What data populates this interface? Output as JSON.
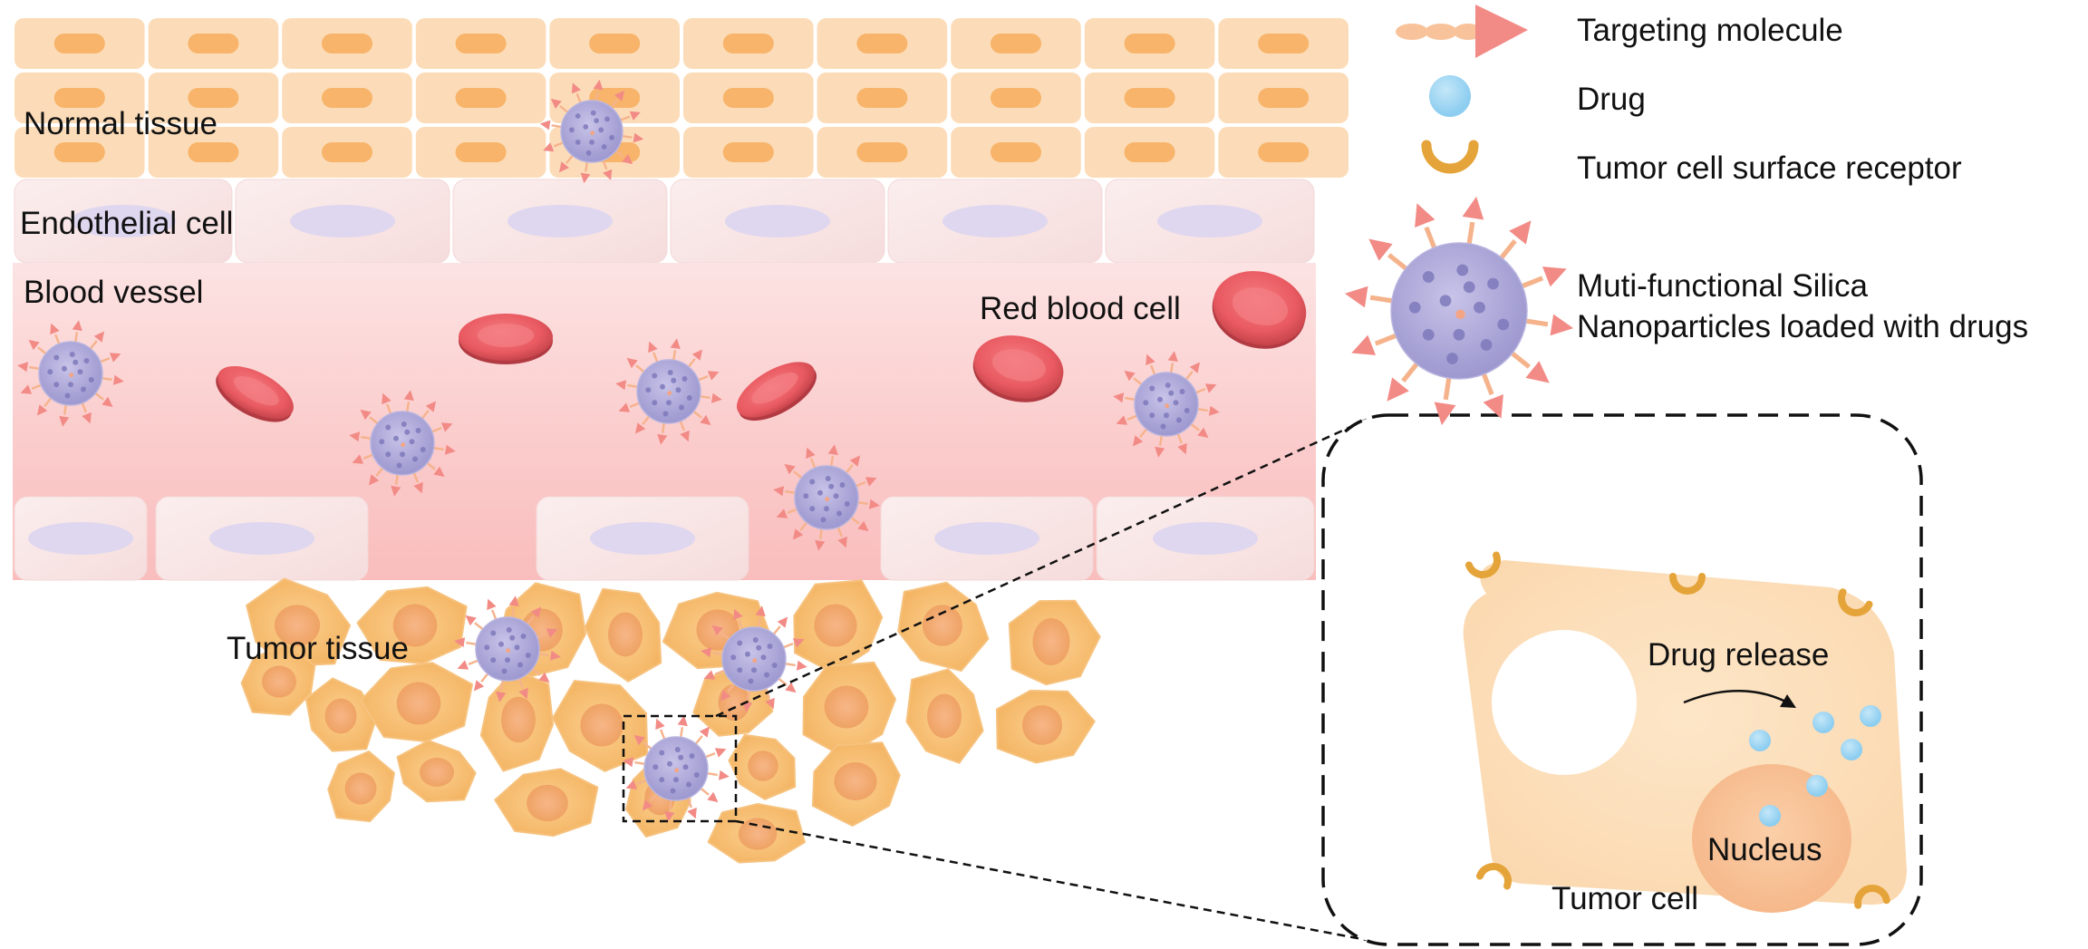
{
  "labels": {
    "normal_tissue": "Normal tissue",
    "endothelial_cell": "Endothelial cell",
    "blood_vessel": "Blood vessel",
    "red_blood_cell": "Red blood cell",
    "tumor_tissue": "Tumor tissue",
    "drug_release": "Drug release",
    "nucleus": "Nucleus",
    "tumor_cell": "Tumor cell"
  },
  "legend": {
    "targeting_molecule": "Targeting molecule",
    "drug": "Drug",
    "receptor": "Tumor cell surface receptor",
    "nanoparticle_line1": "Muti-functional Silica",
    "nanoparticle_line2": "Nanoparticles loaded with drugs"
  },
  "colors": {
    "normal_cell": "#fcdcb8",
    "normal_nucleus": "#f7b46a",
    "endothelial": "#f9e6e6",
    "endo_nucleus": "#ded7ef",
    "vessel": "#fbd3d3",
    "rbc": "#ef6b70",
    "tumor_cell": "#f7bd6e",
    "tumor_nucleus": "#efa060",
    "nanoparticle": "#aaa6d6",
    "targeting": "#f28b86",
    "drug": "#9dd5f1",
    "receptor": "#e5a43a",
    "zoom_cell": "#fde0bd",
    "zoom_nucleus": "#f8c196"
  }
}
